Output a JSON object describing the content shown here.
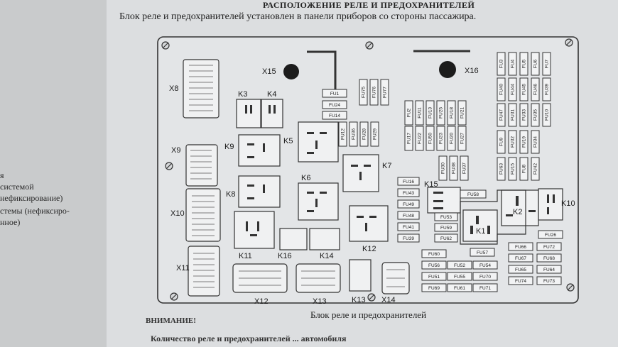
{
  "header": {
    "heading": "РАСПОЛОЖЕНИЕ РЕЛЕ И ПРЕДОХРАНИТЕЛЕЙ",
    "subtitle": "Блок реле и предохранителей установлен в панели приборов со стороны пассажира."
  },
  "left_page": {
    "lines": [
      "я",
      "системой",
      "нефиксирование)",
      "стемы (нефиксиро-",
      "нное)"
    ]
  },
  "figure": {
    "caption": "Блок реле и предохранителей",
    "connectors": [
      "X8",
      "X9",
      "X10",
      "X11",
      "X12",
      "X13",
      "X14",
      "X15",
      "X16"
    ],
    "relays": [
      "K1",
      "K2",
      "K3",
      "K4",
      "K5",
      "K6",
      "K7",
      "K8",
      "K9",
      "K10",
      "K11",
      "K12",
      "K13",
      "K14",
      "K15",
      "K16"
    ],
    "fuses_center": [
      "FU1",
      "FU24",
      "FU14",
      "FU75",
      "FU76",
      "FU77",
      "FU12",
      "FU36",
      "FU28",
      "FU29"
    ],
    "fuses_right_grid": [
      "FU2",
      "FU11",
      "FU13",
      "FU25",
      "FU18",
      "FU21",
      "FU17",
      "FU22",
      "FU50",
      "FU23",
      "FU20",
      "FU27",
      "FU30",
      "FU38",
      "FU37"
    ],
    "fuses_right_columns": [
      "FU3",
      "FU4",
      "FU5",
      "FU6",
      "FU7",
      "FU40",
      "FU44",
      "FU45",
      "FU46",
      "FU39",
      "FU47",
      "FU31",
      "FU33",
      "FU35",
      "FU10",
      "FU9",
      "FU32",
      "FU19",
      "FU34",
      "FU63",
      "FU15",
      "FU8",
      "FU42"
    ],
    "fuses_mid_list": [
      "FU16",
      "FU43",
      "FU49",
      "FU48",
      "FU41",
      "FU39"
    ],
    "fuses_k15_side": [
      "FU58",
      "FU53",
      "FU59",
      "FU62"
    ],
    "fuses_bottom": [
      "FU60",
      "FU57",
      "FU56",
      "FU52",
      "FU54",
      "FU51",
      "FU55",
      "FU70",
      "FU69",
      "FU61",
      "FU71"
    ],
    "fuses_lower_right": [
      "FU26",
      "FU66",
      "FU72",
      "FU67",
      "FU68",
      "FU65",
      "FU64",
      "FU74",
      "FU73"
    ]
  },
  "footer": {
    "warning_title": "ВНИМАНИЕ!",
    "warning_text": "Количество реле и предохранителей ... автомобиля"
  }
}
